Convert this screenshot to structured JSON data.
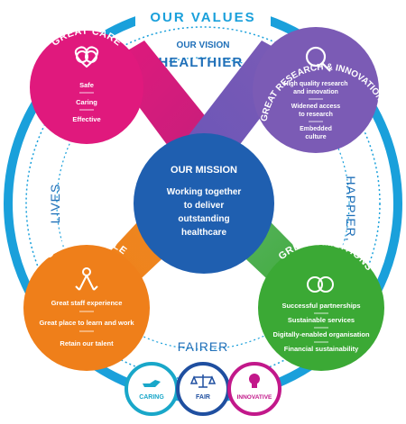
{
  "values_title": "OUR VALUES",
  "vision": {
    "title": "OUR VISION",
    "top_word": "HEALTHIER,",
    "left_word": "LIVES",
    "right_word": "HAPPIER,",
    "bottom_word": "FAIRER"
  },
  "mission": {
    "title": "OUR MISSION",
    "lines": [
      "Working together",
      "to deliver",
      "outstanding",
      "healthcare"
    ]
  },
  "care": {
    "title": "GREAT CARE",
    "items": [
      "Safe",
      "Caring",
      "Effective"
    ],
    "icon": "hearts-icon",
    "color": "#e0197d"
  },
  "research": {
    "title": "GREAT RESEARCH & INNOVATION",
    "items": [
      [
        "High quality research",
        "and innovation"
      ],
      [
        "Widened access",
        "to research"
      ],
      [
        "Embedded",
        "culture"
      ]
    ],
    "icon": "magnifier-icon",
    "color": "#7b5bb5"
  },
  "people": {
    "title": "GREAT PEOPLE",
    "items": [
      "Great staff experience",
      "Great place to learn and work",
      "Retain our talent"
    ],
    "icon": "people-icon",
    "color": "#ef7f1a"
  },
  "ambitions": {
    "title": "GREAT AMBITIONS",
    "items": [
      "Successful partnerships",
      "Sustainable services",
      "Digitally-enabled organisation",
      "Financial sustainability"
    ],
    "icon": "rings-icon",
    "color": "#3ba935"
  },
  "badges": [
    {
      "label": "CARING",
      "icon": "caring-hand-icon",
      "color": "#19a7c9"
    },
    {
      "label": "FAIR",
      "icon": "scales-icon",
      "color": "#1f4fa0"
    },
    {
      "label": "INNOVATIVE",
      "icon": "lightbulb-icon",
      "color": "#c2188a"
    }
  ],
  "colors": {
    "outer_ring": "#1aa0db",
    "mission_circle": "#1f5fb0",
    "vision_text": "#1f6fb8"
  }
}
